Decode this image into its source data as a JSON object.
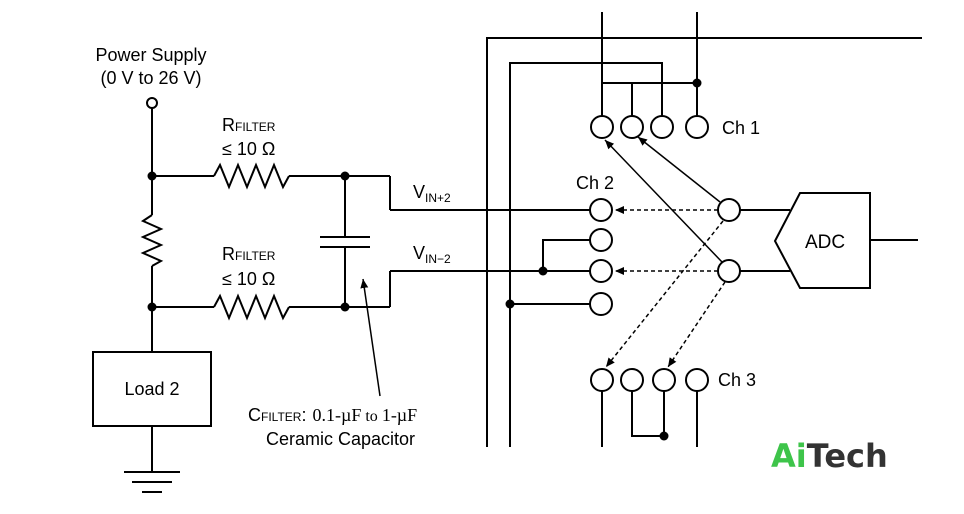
{
  "power_supply": {
    "label": "Power Supply",
    "range": "(0 V to 26 V)"
  },
  "rfilter_top": {
    "symbol": "R",
    "subscript": "FILTER",
    "value": "≤ 10 Ω"
  },
  "rfilter_bottom": {
    "symbol": "R",
    "subscript": "FILTER",
    "value": "≤ 10 Ω"
  },
  "vin_plus": {
    "symbol": "V",
    "subscript": "IN+2"
  },
  "vin_minus": {
    "symbol": "V",
    "subscript": "IN−2"
  },
  "load": {
    "label": "Load 2"
  },
  "cfilter": {
    "symbol": "C",
    "subscript": "FILTER",
    "colon": ":",
    "value_a": "0.1-µF",
    "to": "to",
    "value_b": "1-µF",
    "line2": "Ceramic Capacitor"
  },
  "channels": {
    "ch1": "Ch 1",
    "ch2": "Ch 2",
    "ch3": "Ch 3"
  },
  "adc": {
    "label": "ADC"
  },
  "brand": {
    "part1": "Ai",
    "part2": "Tech",
    "color1": "#3ec44a",
    "color2": "#333333"
  }
}
